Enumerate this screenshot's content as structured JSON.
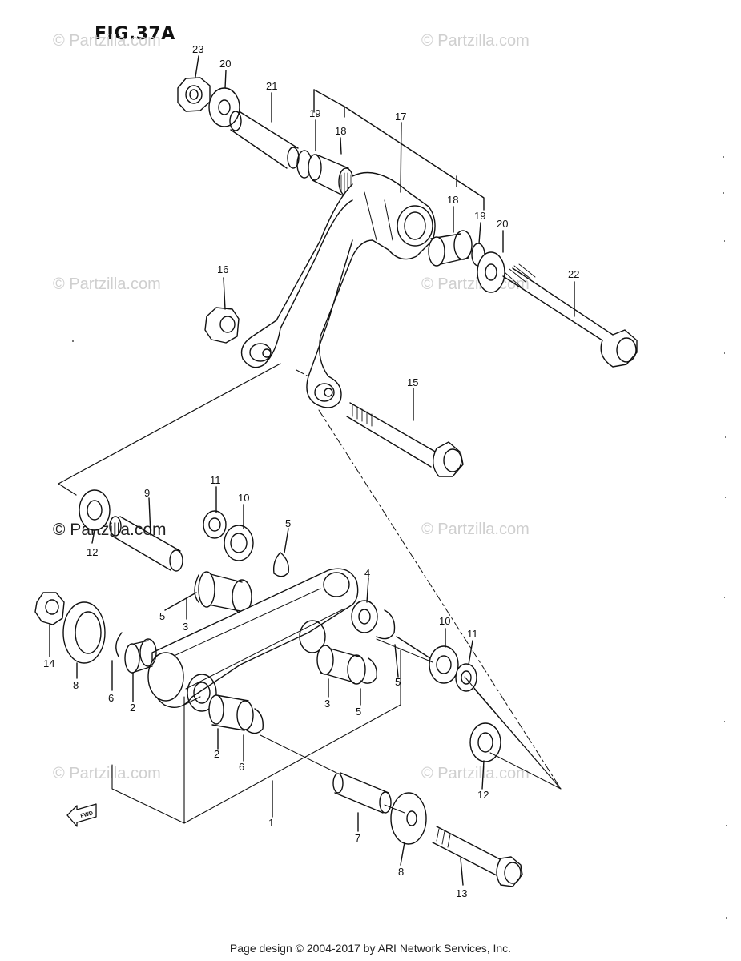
{
  "figure_title": "FIG.37A",
  "footer": "Page design © 2004-2017 by ARI Network Services, Inc.",
  "watermark": "© Partzilla.com",
  "fwd_arrow": "FWD",
  "callouts": [
    "23",
    "20",
    "21",
    "19",
    "18",
    "17",
    "18",
    "19",
    "20",
    "22",
    "16",
    "15",
    "9",
    "11",
    "10",
    "5",
    "12",
    "4",
    "14",
    "8",
    "6",
    "2",
    "3",
    "5",
    "3",
    "5",
    "10",
    "11",
    "2",
    "6",
    "5",
    "12",
    "1",
    "7",
    "8",
    "13"
  ]
}
